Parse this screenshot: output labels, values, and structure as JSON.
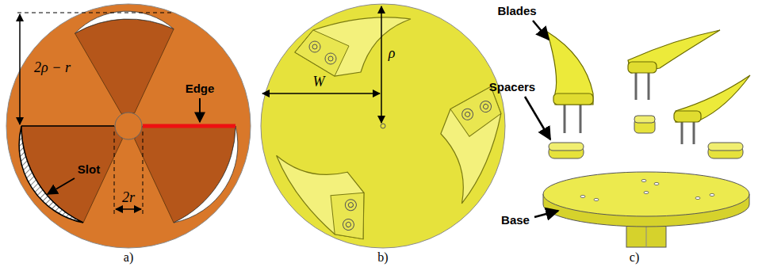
{
  "diagram": {
    "labels": [
      "2ρ − r",
      "Edge",
      "Slot",
      "2r",
      "a)",
      "W",
      "ρ",
      "b)",
      "Blades",
      "Spacers",
      "Base",
      "c)"
    ]
  }
}
